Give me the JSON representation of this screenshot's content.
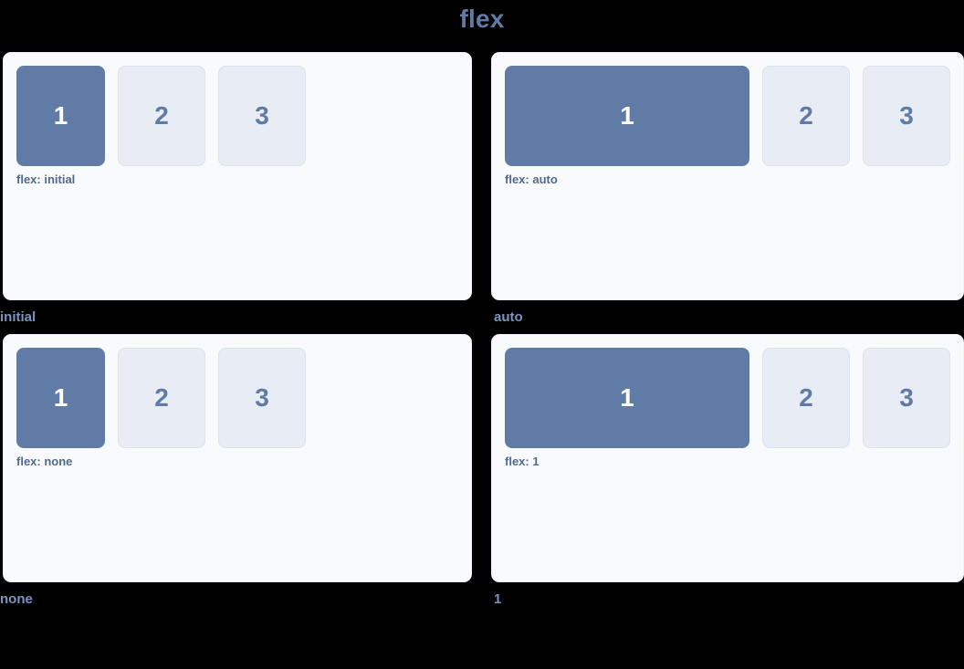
{
  "page": {
    "title": "flex",
    "background_color": "#000000",
    "accent_color": "#5f7ba6",
    "panel_background": "#f9fafc",
    "box_filled_color": "#5f7ba6",
    "box_hollow_color": "#e8ecf4",
    "caption_color": "#7b95c0"
  },
  "panels": [
    {
      "caption": "initial",
      "demo_label": "flex: initial",
      "flex_value": "initial",
      "boxes": [
        {
          "label": "1",
          "style": "filled"
        },
        {
          "label": "2",
          "style": "hollow"
        },
        {
          "label": "3",
          "style": "hollow"
        }
      ]
    },
    {
      "caption": "auto",
      "demo_label": "flex: auto",
      "flex_value": "auto",
      "boxes": [
        {
          "label": "1",
          "style": "filled"
        },
        {
          "label": "2",
          "style": "hollow"
        },
        {
          "label": "3",
          "style": "hollow"
        }
      ]
    },
    {
      "caption": "none",
      "demo_label": "flex: none",
      "flex_value": "none",
      "boxes": [
        {
          "label": "1",
          "style": "filled"
        },
        {
          "label": "2",
          "style": "hollow"
        },
        {
          "label": "3",
          "style": "hollow"
        }
      ]
    },
    {
      "caption": "1",
      "demo_label": "flex: 1",
      "flex_value": "1",
      "boxes": [
        {
          "label": "1",
          "style": "filled"
        },
        {
          "label": "2",
          "style": "hollow"
        },
        {
          "label": "3",
          "style": "hollow"
        }
      ]
    }
  ]
}
